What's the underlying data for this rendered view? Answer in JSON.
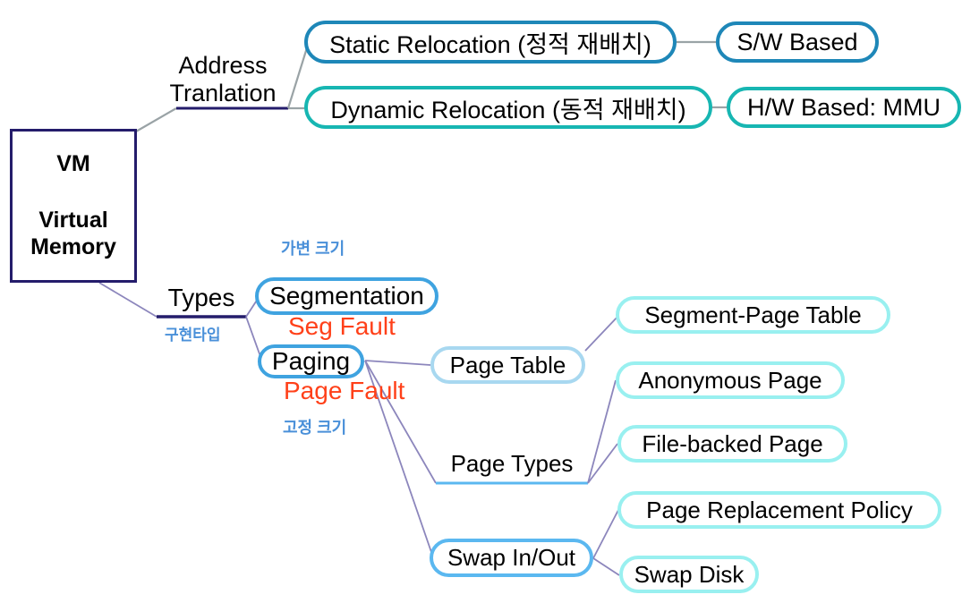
{
  "diagram": {
    "title": "VM Virtual Memory mind map",
    "background": "#ffffff",
    "colors": {
      "root_border": "#241C6B",
      "steel_blue": "#1E87B8",
      "teal": "#17B6B2",
      "bright_blue": "#3FA3E0",
      "sky_blue": "#5BB8F0",
      "pale_blue": "#A8D8F0",
      "pale_cyan": "#99F0F0",
      "fault_red": "#FF4019",
      "note_blue": "#4A90D9",
      "edge_purple": "#8C86BC",
      "edge_gray": "#9AA3A6",
      "text": "#000000"
    },
    "nodes": {
      "root": {
        "line1": "VM",
        "line2": "Virtual",
        "line3": "Memory"
      },
      "address_translation": {
        "line1": "Address",
        "line2": "Tranlation"
      },
      "static_relocation": {
        "label": "Static Relocation (정적 재배치)"
      },
      "dynamic_relocation": {
        "label": "Dynamic Relocation (동적 재배치)"
      },
      "sw_based": {
        "label": "S/W Based"
      },
      "hw_based": {
        "label": "H/W Based: MMU"
      },
      "types": {
        "label": "Types"
      },
      "segmentation": {
        "label": "Segmentation"
      },
      "paging": {
        "label": "Paging"
      },
      "page_table": {
        "label": "Page Table"
      },
      "page_types": {
        "label": "Page Types"
      },
      "swap_in_out": {
        "label": "Swap In/Out"
      },
      "segment_page_table": {
        "label": "Segment-Page Table"
      },
      "anonymous_page": {
        "label": "Anonymous Page"
      },
      "file_backed_page": {
        "label": "File-backed Page"
      },
      "page_replacement_policy": {
        "label": "Page Replacement Policy"
      },
      "swap_disk": {
        "label": "Swap Disk"
      }
    },
    "annotations": {
      "variable_size": "가변 크기",
      "implementation_type": "구현타입",
      "fixed_size": "고정 크기",
      "seg_fault": "Seg Fault",
      "page_fault": "Page Fault"
    }
  }
}
